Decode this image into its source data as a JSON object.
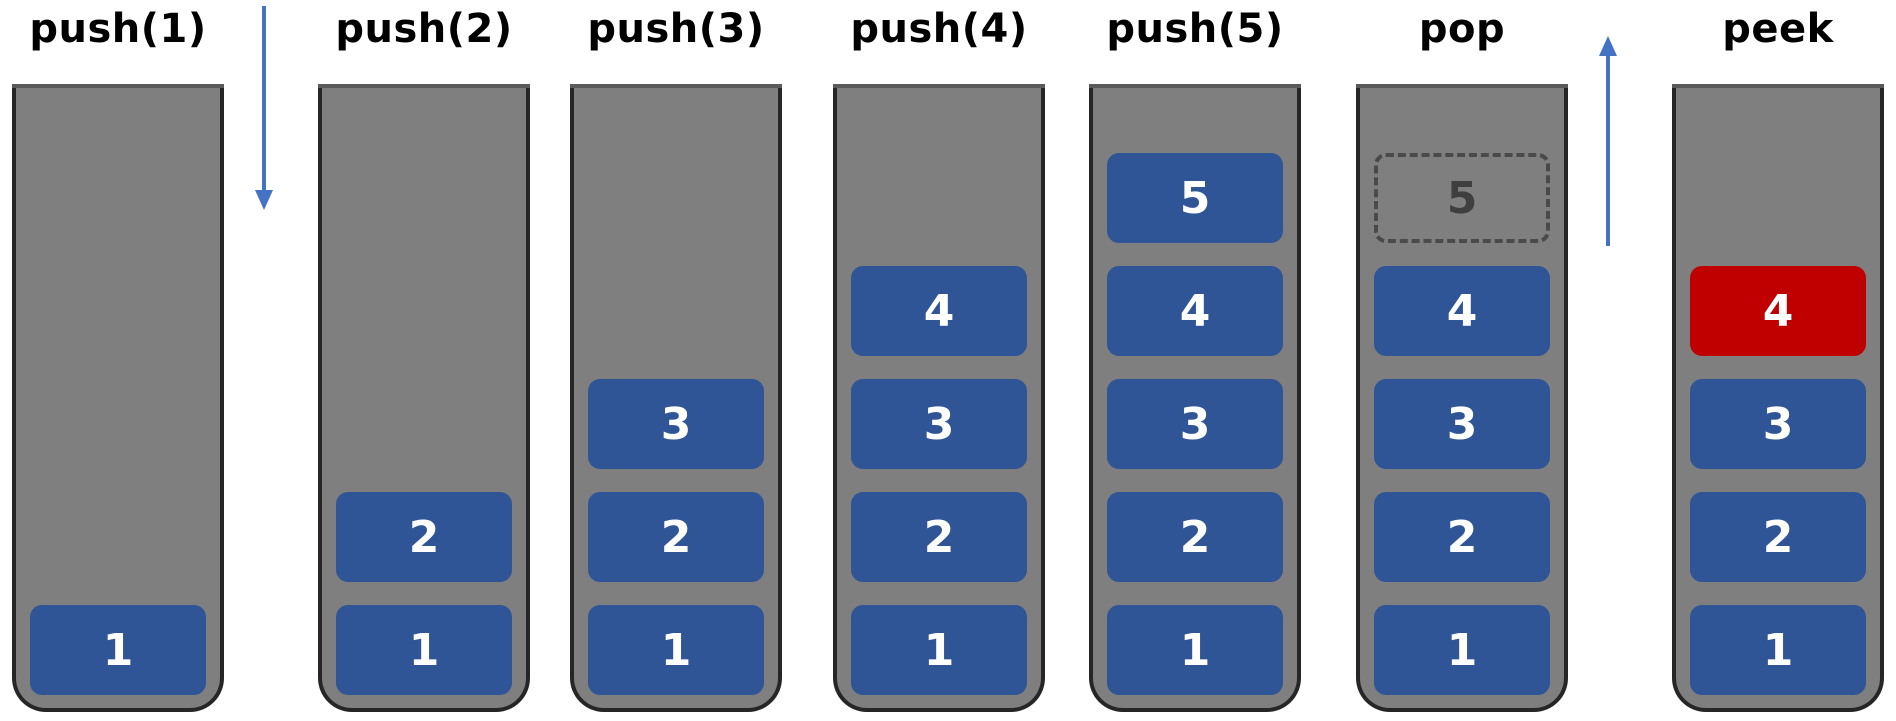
{
  "colors": {
    "tube": "#7f7f7f",
    "tube_border": "#262626",
    "block": "#2f5597",
    "peek_block": "#c00000",
    "ghost_border": "#4a4a4a",
    "arrow": "#4472c4"
  },
  "columns": [
    {
      "label": "push(1)",
      "blocks": [
        {
          "value": "1",
          "style": "normal"
        }
      ]
    },
    {
      "label": "push(2)",
      "blocks": [
        {
          "value": "1",
          "style": "normal"
        },
        {
          "value": "2",
          "style": "normal"
        }
      ]
    },
    {
      "label": "push(3)",
      "blocks": [
        {
          "value": "1",
          "style": "normal"
        },
        {
          "value": "2",
          "style": "normal"
        },
        {
          "value": "3",
          "style": "normal"
        }
      ]
    },
    {
      "label": "push(4)",
      "blocks": [
        {
          "value": "1",
          "style": "normal"
        },
        {
          "value": "2",
          "style": "normal"
        },
        {
          "value": "3",
          "style": "normal"
        },
        {
          "value": "4",
          "style": "normal"
        }
      ]
    },
    {
      "label": "push(5)",
      "blocks": [
        {
          "value": "1",
          "style": "normal"
        },
        {
          "value": "2",
          "style": "normal"
        },
        {
          "value": "3",
          "style": "normal"
        },
        {
          "value": "4",
          "style": "normal"
        },
        {
          "value": "5",
          "style": "normal"
        }
      ]
    },
    {
      "label": "pop",
      "blocks": [
        {
          "value": "1",
          "style": "normal"
        },
        {
          "value": "2",
          "style": "normal"
        },
        {
          "value": "3",
          "style": "normal"
        },
        {
          "value": "4",
          "style": "normal"
        },
        {
          "value": "5",
          "style": "ghost"
        }
      ]
    },
    {
      "label": "peek",
      "blocks": [
        {
          "value": "1",
          "style": "normal"
        },
        {
          "value": "2",
          "style": "normal"
        },
        {
          "value": "3",
          "style": "normal"
        },
        {
          "value": "4",
          "style": "peeked"
        }
      ]
    }
  ],
  "arrows": [
    {
      "name": "push-direction-arrow",
      "direction": "down"
    },
    {
      "name": "pop-direction-arrow",
      "direction": "up"
    }
  ]
}
